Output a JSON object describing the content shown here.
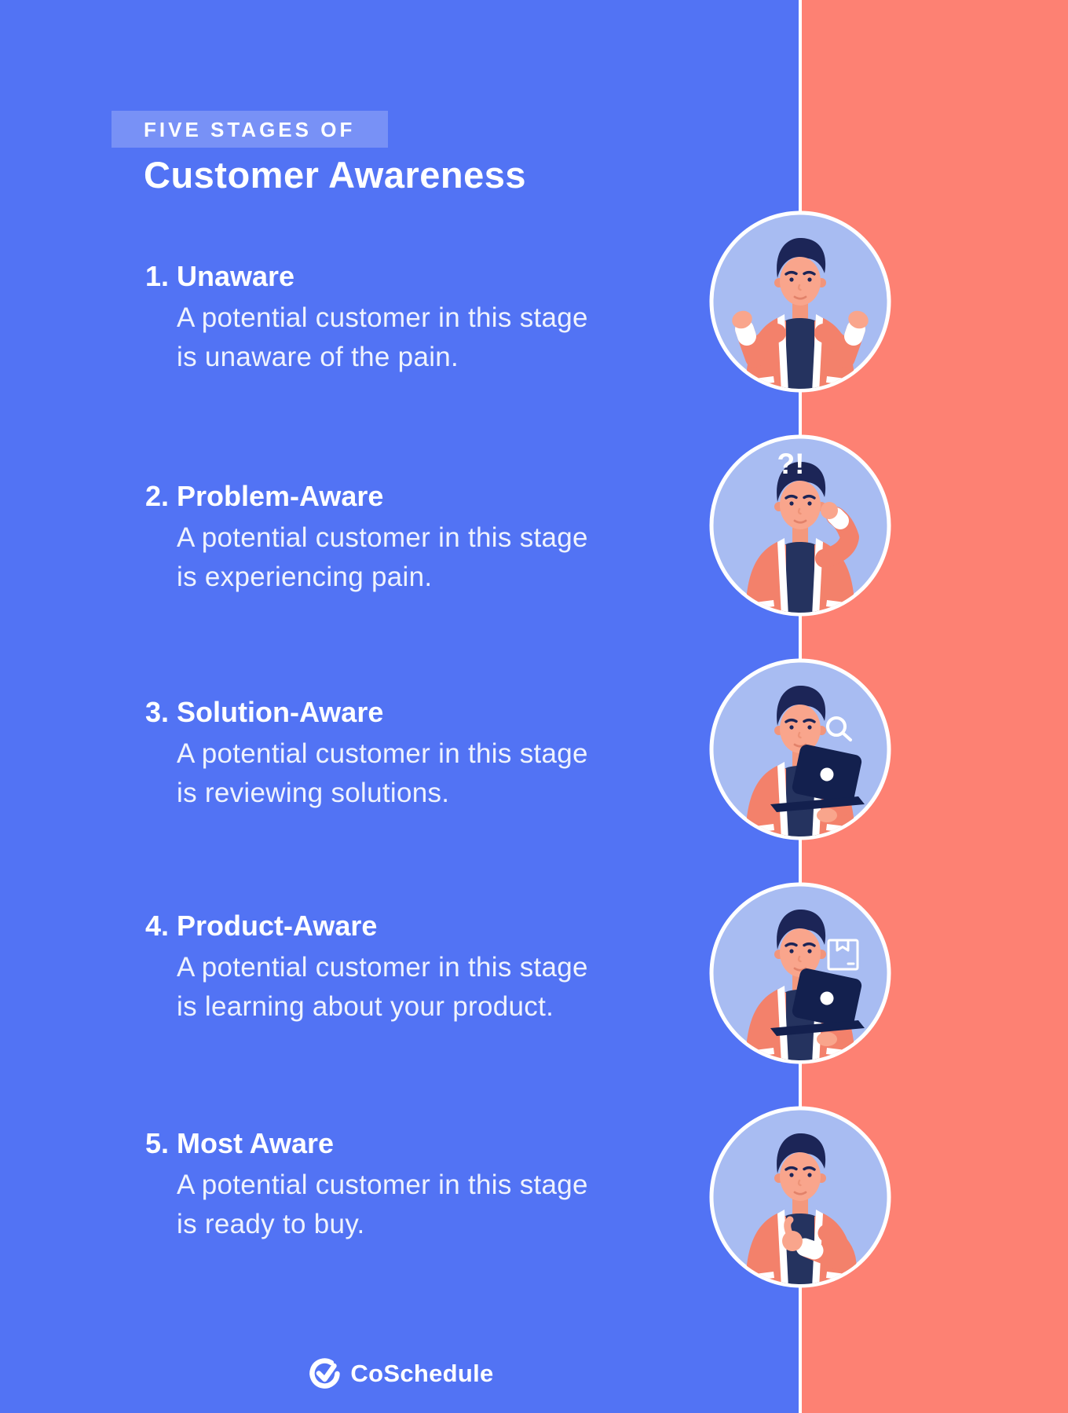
{
  "palette": {
    "background_left": "#5273F4",
    "background_right": "#FD8173",
    "divider": "#FFFFFF",
    "eyebrow_badge_bg": "rgba(255,255,255,0.22)",
    "circle_fill": "#A8BCF2",
    "circle_border": "#FFFFFF",
    "text": "#FFFFFF",
    "illustration_coral": "#F3816B",
    "illustration_navy": "#1C2557",
    "illustration_skin": "#F9A58C"
  },
  "header": {
    "eyebrow": "FIVE STAGES OF",
    "title": "Customer Awareness"
  },
  "stages": [
    {
      "number": "1.",
      "title": "Unaware",
      "description_lines": [
        "A potential customer in this stage",
        "is unaware of the pain."
      ],
      "illustration": "man-shrugging"
    },
    {
      "number": "2.",
      "title": "Problem-Aware",
      "description_lines": [
        "A potential customer in this stage",
        "is experiencing pain."
      ],
      "illustration": "man-scratching-head",
      "illustration_text": "?!"
    },
    {
      "number": "3.",
      "title": "Solution-Aware",
      "description_lines": [
        "A potential customer in this stage",
        "is reviewing solutions."
      ],
      "illustration": "man-with-laptop-and-magnifier"
    },
    {
      "number": "4.",
      "title": "Product-Aware",
      "description_lines": [
        "A potential customer in this stage",
        "is learning about your product."
      ],
      "illustration": "man-with-laptop-and-package"
    },
    {
      "number": "5.",
      "title": "Most Aware",
      "description_lines": [
        "A potential customer in this stage",
        "is ready to buy."
      ],
      "illustration": "man-thumbs-up"
    }
  ],
  "footer": {
    "brand": "CoSchedule"
  }
}
